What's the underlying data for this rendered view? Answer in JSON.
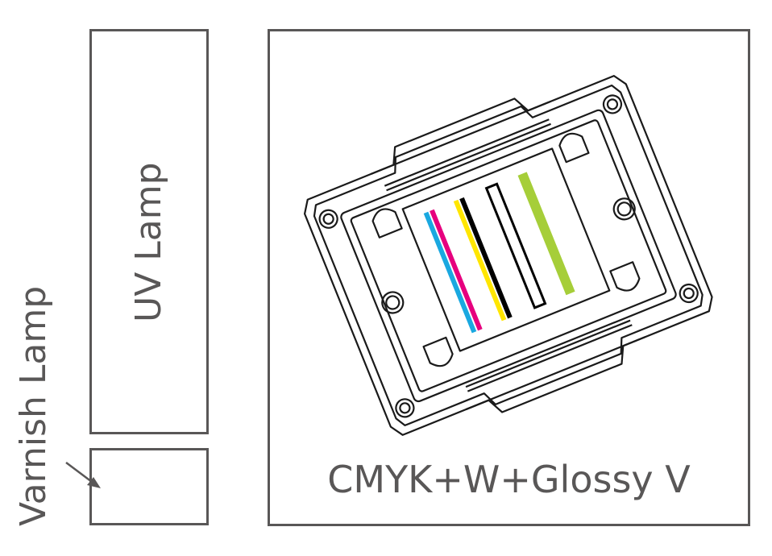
{
  "uv_lamp": {
    "label": "UV Lamp"
  },
  "varnish_lamp": {
    "label": "Varnish Lamp"
  },
  "printhead": {
    "caption": "CMYK+W+Glossy V",
    "channel_colors": {
      "cyan": "#1aa8e0",
      "magenta": "#e6007e",
      "yellow": "#ffe600",
      "black": "#000000",
      "white": "#ffffff",
      "glossy_varnish": "#a6ce39"
    }
  },
  "colors": {
    "outline": "#595757",
    "drawing_stroke": "#1a1a1a",
    "background": "#ffffff"
  }
}
